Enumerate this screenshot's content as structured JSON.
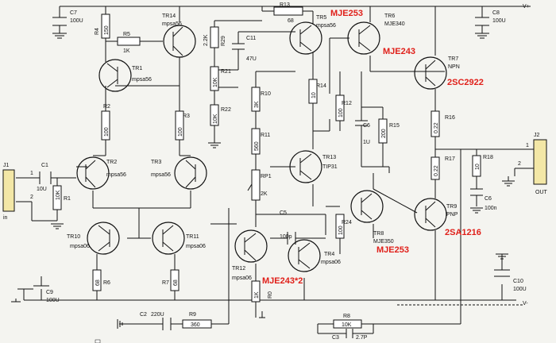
{
  "components": {
    "C7": {
      "ref": "C7",
      "value": "100U"
    },
    "C8": {
      "ref": "C8",
      "value": "100U"
    },
    "V_plus": "V+",
    "V_minus": "V-",
    "R4": {
      "ref": "R4",
      "value": "150"
    },
    "R5": {
      "ref": "R5",
      "value": "1K"
    },
    "TR14": {
      "ref": "TR14",
      "part": "mpsa56"
    },
    "R13": {
      "ref": "R13",
      "value": "68"
    },
    "R29": {
      "ref": "R29",
      "value": "2.2K"
    },
    "C11": {
      "ref": "C11",
      "value": "47U"
    },
    "R21": {
      "ref": "R21",
      "value": "10K"
    },
    "R22": {
      "ref": "R22",
      "value": "10K"
    },
    "TR5": {
      "ref": "TR5",
      "part": "mpsa56"
    },
    "TR6": {
      "ref": "TR6",
      "part": "MJE340"
    },
    "TR7": {
      "ref": "TR7",
      "part": "NPN"
    },
    "TR1": {
      "ref": "TR1",
      "part": "mpsa56"
    },
    "R10": {
      "ref": "R10",
      "value": "3K"
    },
    "R14": {
      "ref": "R14",
      "value": "10"
    },
    "R12": {
      "ref": "R12",
      "value": "100"
    },
    "C6a": {
      "ref": "C6",
      "value": "1U"
    },
    "R15": {
      "ref": "R15",
      "value": "200"
    },
    "R16": {
      "ref": "R16",
      "value": "0.22"
    },
    "J2": {
      "ref": "J2",
      "pin1": "1",
      "pin2": "2",
      "label": "OUT"
    },
    "R2": {
      "ref": "R2",
      "value": "100"
    },
    "R3": {
      "ref": "R3",
      "value": "100"
    },
    "R11": {
      "ref": "R11",
      "value": "560"
    },
    "TR13": {
      "ref": "TR13",
      "part": "TIP31"
    },
    "R17": {
      "ref": "R17",
      "value": "0.22"
    },
    "R18": {
      "ref": "R18",
      "value": "10"
    },
    "J1": {
      "ref": "J1",
      "pin1": "1",
      "pin2": "2",
      "label": "in"
    },
    "C1": {
      "ref": "C1",
      "value": "10U"
    },
    "R1": {
      "ref": "R1",
      "value": "10K"
    },
    "TR2": {
      "ref": "TR2",
      "part": "mpsa56"
    },
    "TR3": {
      "ref": "TR3",
      "part": "mpsa56"
    },
    "RP1": {
      "ref": "RP1",
      "value": "2K"
    },
    "C6b": {
      "ref": "C6",
      "value": "100n"
    },
    "R24": {
      "ref": "R24",
      "value": "100"
    },
    "TR8": {
      "ref": "TR8",
      "part": "MJE350"
    },
    "TR9": {
      "ref": "TR9",
      "part": "PNP"
    },
    "TR10": {
      "ref": "TR10",
      "part": "mpsa06"
    },
    "TR11": {
      "ref": "TR11",
      "part": "mpsa06"
    },
    "C5": {
      "ref": "C5",
      "value": "100p"
    },
    "TR4": {
      "ref": "TR4",
      "part": "mpsa06"
    },
    "TR12": {
      "ref": "TR12",
      "part": "mpsa06"
    },
    "R6": {
      "ref": "R6",
      "value": "68"
    },
    "R7": {
      "ref": "R7",
      "value": "68"
    },
    "R_1K": {
      "value": "1K"
    },
    "R0": {
      "value": "R0"
    },
    "C9": {
      "ref": "C9",
      "value": "100U"
    },
    "C10": {
      "ref": "C10",
      "value": "100U"
    },
    "C2": {
      "ref": "C2",
      "value": "220U"
    },
    "R9": {
      "ref": "R9",
      "value": "360"
    },
    "R8": {
      "ref": "R8",
      "value": "10K"
    },
    "C3": {
      "ref": "C3",
      "value": "2.7P"
    }
  },
  "annotations": {
    "mje253_top": "MJE253",
    "mje243_top": "MJE243",
    "a2sc2922": "2SC2922",
    "a2sa1216": "2SA1216",
    "mje253_bottom": "MJE253",
    "mje243x2": "MJE243*2"
  },
  "colors": {
    "wire": "#111111",
    "annotation": "#e0201a",
    "connector": "#f3e7a6",
    "background": "#f4f4f0"
  }
}
